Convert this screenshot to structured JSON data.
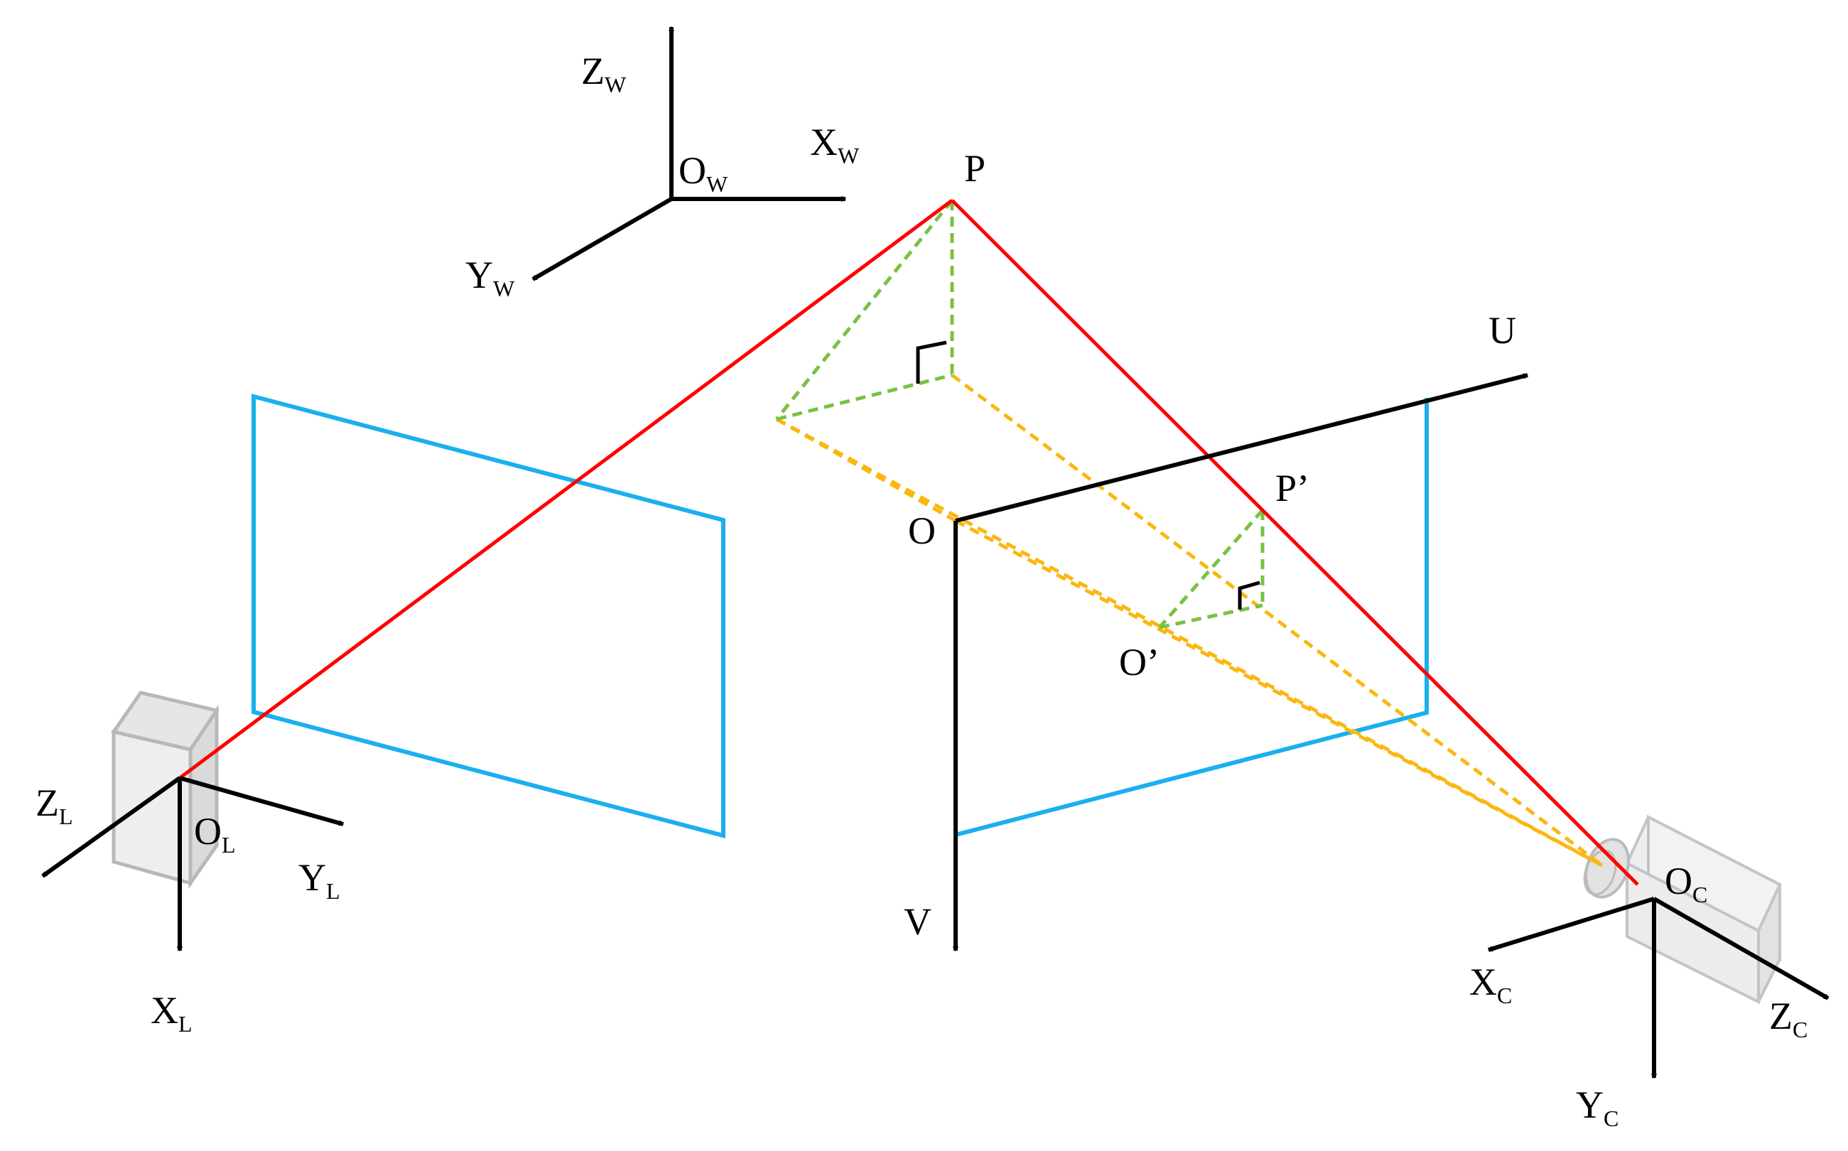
{
  "labels": {
    "world_z": {
      "main": "Z",
      "sub": "W"
    },
    "world_x": {
      "main": "X",
      "sub": "W"
    },
    "world_y": {
      "main": "Y",
      "sub": "W"
    },
    "world_origin": {
      "main": "O",
      "sub": "W"
    },
    "point_p": "P",
    "point_p_prime": "P’",
    "image_origin": "O",
    "image_origin_prime": "O’",
    "axis_u": "U",
    "axis_v": "V",
    "lidar_z": {
      "main": "Z",
      "sub": "L"
    },
    "lidar_y": {
      "main": "Y",
      "sub": "L"
    },
    "lidar_x": {
      "main": "X",
      "sub": "L"
    },
    "lidar_origin": {
      "main": "O",
      "sub": "L"
    },
    "camera_x": {
      "main": "X",
      "sub": "C"
    },
    "camera_y": {
      "main": "Y",
      "sub": "C"
    },
    "camera_z": {
      "main": "Z",
      "sub": "C"
    },
    "camera_origin": {
      "main": "O",
      "sub": "C"
    }
  },
  "colors": {
    "axis": "#000000",
    "projection_ray": "#ff0000",
    "image_plane": "#1ab0ee",
    "perpendicular": "#7ac143",
    "projection_dashes": "#fbb710",
    "device": "#b8b8b8"
  }
}
